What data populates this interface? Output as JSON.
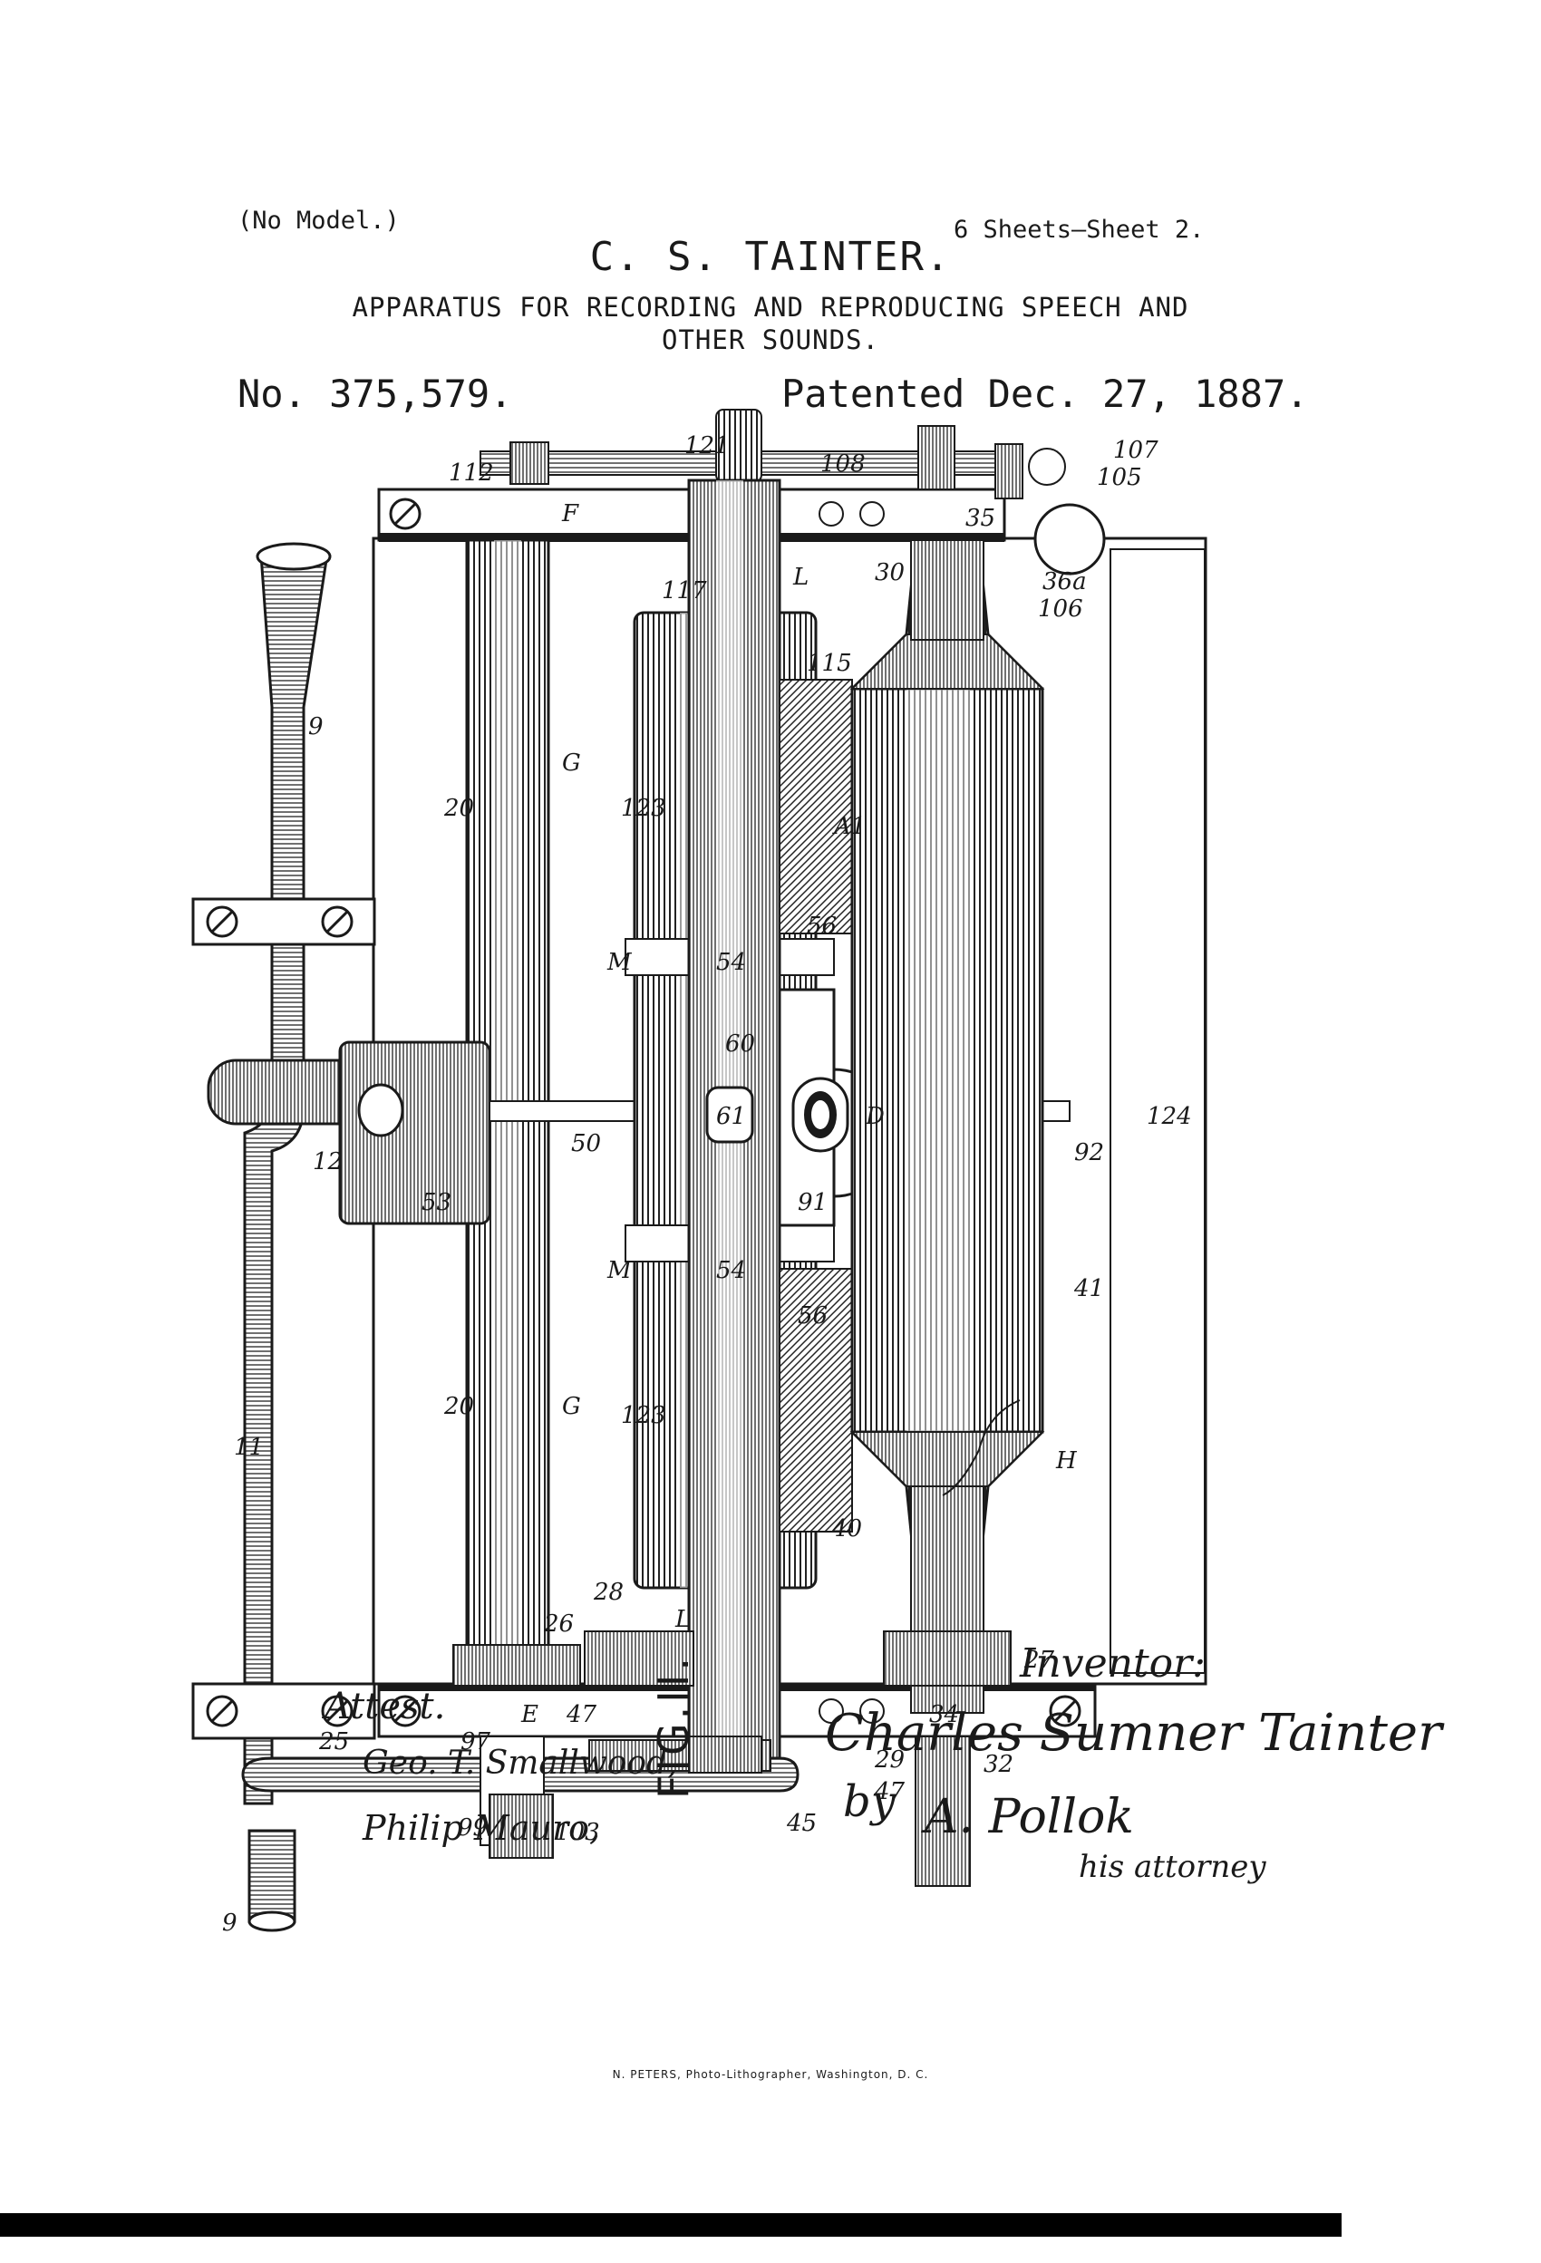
{
  "header": {
    "no_model": "(No Model.)",
    "sheets": "6 Sheets—Sheet 2.",
    "inventor_name": "C. S. TAINTER.",
    "title_line1": "APPARATUS FOR RECORDING AND REPRODUCING SPEECH AND",
    "title_line2": "OTHER SOUNDS.",
    "patent_number": "No. 375,579.",
    "patent_date": "Patented Dec. 27, 1887."
  },
  "figure": {
    "label": "FIG.II.",
    "reference_numerals": [
      "112",
      "121",
      "108",
      "F",
      "35",
      "105",
      "107",
      "30",
      "36a",
      "106",
      "117",
      "L",
      "115",
      "9",
      "20",
      "G",
      "123",
      "A1",
      "M",
      "54",
      "56",
      "60",
      "61",
      "D",
      "12",
      "50",
      "53",
      "92",
      "124",
      "91",
      "M",
      "54",
      "56",
      "41",
      "20",
      "G",
      "123",
      "11",
      "H",
      "40",
      "28",
      "26",
      "L",
      "27",
      "E",
      "47",
      "34",
      "25",
      "97",
      "29",
      "32",
      "99",
      "103",
      "45",
      "47",
      "9"
    ]
  },
  "signatures": {
    "inventor_label": "Inventor:",
    "attest_label": "Attest.",
    "witness1": "Geo. T. Smallwood,",
    "witness2": "Philip Mauro,",
    "inventor_signature": "Charles Sumner Tainter",
    "by_label": "by",
    "attorney_signature": "A. Pollok",
    "attorney_caption": "his attorney"
  },
  "footer": {
    "lithographer": "N. PETERS, Photo-Lithographer, Washington, D. C."
  }
}
